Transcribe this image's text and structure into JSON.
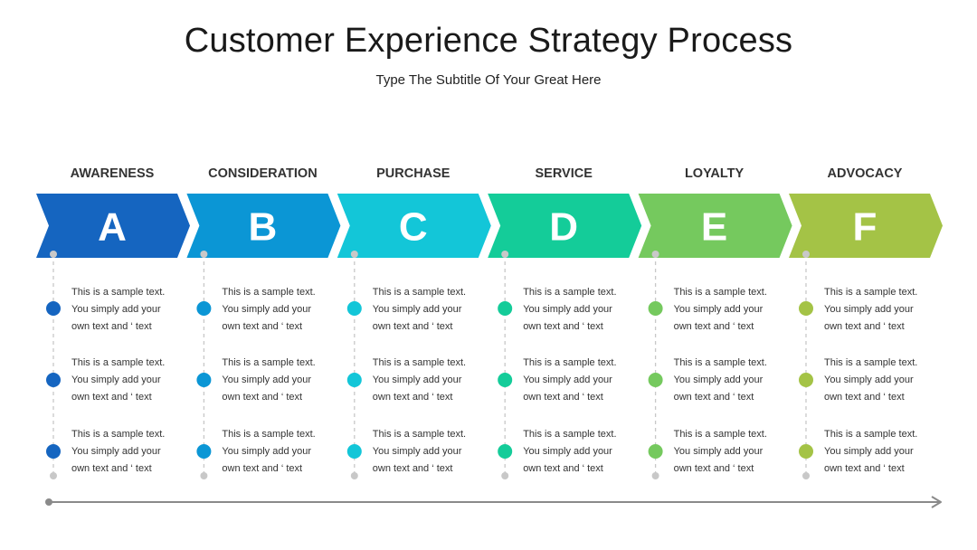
{
  "title": "Customer Experience Strategy Process",
  "subtitle": "Type The Subtitle Of Your Great Here",
  "stages": [
    {
      "label": "AWARENESS",
      "letter": "A",
      "color": "#1565C0",
      "items": [
        {
          "line1": "This is a sample text.",
          "line2": "You simply add your",
          "line3": "own text and ‘ text"
        },
        {
          "line1": "This is a sample text.",
          "line2": "You simply add your",
          "line3": "own text and ‘ text"
        },
        {
          "line1": "This is a sample text.",
          "line2": "You simply add your",
          "line3": "own text and ‘ text"
        }
      ]
    },
    {
      "label": "CONSIDERATION",
      "letter": "B",
      "color": "#0B96D5",
      "items": [
        {
          "line1": "This is a sample text.",
          "line2": "You simply add your",
          "line3": "own text and ‘ text"
        },
        {
          "line1": "This is a sample text.",
          "line2": "You simply add your",
          "line3": "own text and ‘ text"
        },
        {
          "line1": "This is a sample text.",
          "line2": "You simply add your",
          "line3": "own text and ‘ text"
        }
      ]
    },
    {
      "label": "PURCHASE",
      "letter": "C",
      "color": "#13C6D8",
      "items": [
        {
          "line1": "This is a sample text.",
          "line2": "You simply add your",
          "line3": "own text and ‘ text"
        },
        {
          "line1": "This is a sample text.",
          "line2": "You simply add your",
          "line3": "own text and ‘ text"
        },
        {
          "line1": "This is a sample text.",
          "line2": "You simply add your",
          "line3": "own text and ‘ text"
        }
      ]
    },
    {
      "label": "SERVICE",
      "letter": "D",
      "color": "#14CC99",
      "items": [
        {
          "line1": "This is a sample text.",
          "line2": "You simply add your",
          "line3": "own text and ‘ text"
        },
        {
          "line1": "This is a sample text.",
          "line2": "You simply add your",
          "line3": "own text and ‘ text"
        },
        {
          "line1": "This is a sample text.",
          "line2": "You simply add your",
          "line3": "own text and ‘ text"
        }
      ]
    },
    {
      "label": "LOYALTY",
      "letter": "E",
      "color": "#75C95E",
      "items": [
        {
          "line1": "This is a sample text.",
          "line2": "You simply add your",
          "line3": "own text and ‘ text"
        },
        {
          "line1": "This is a sample text.",
          "line2": "You simply add your",
          "line3": "own text and ‘ text"
        },
        {
          "line1": "This is a sample text.",
          "line2": "You simply add your",
          "line3": "own text and ‘ text"
        }
      ]
    },
    {
      "label": "ADVOCACY",
      "letter": "F",
      "color": "#A4C346",
      "items": [
        {
          "line1": "This is a sample text.",
          "line2": "You simply add your",
          "line3": "own text and ‘ text"
        },
        {
          "line1": "This is a sample text.",
          "line2": "You simply add your",
          "line3": "own text and ‘ text"
        },
        {
          "line1": "This is a sample text.",
          "line2": "You simply add your",
          "line3": "own text and ‘ text"
        }
      ]
    }
  ],
  "colors": {
    "connector_dot": "#C8C8C8",
    "dashed_line": "#C8C8C8",
    "timeline": "#8A8A8A"
  }
}
